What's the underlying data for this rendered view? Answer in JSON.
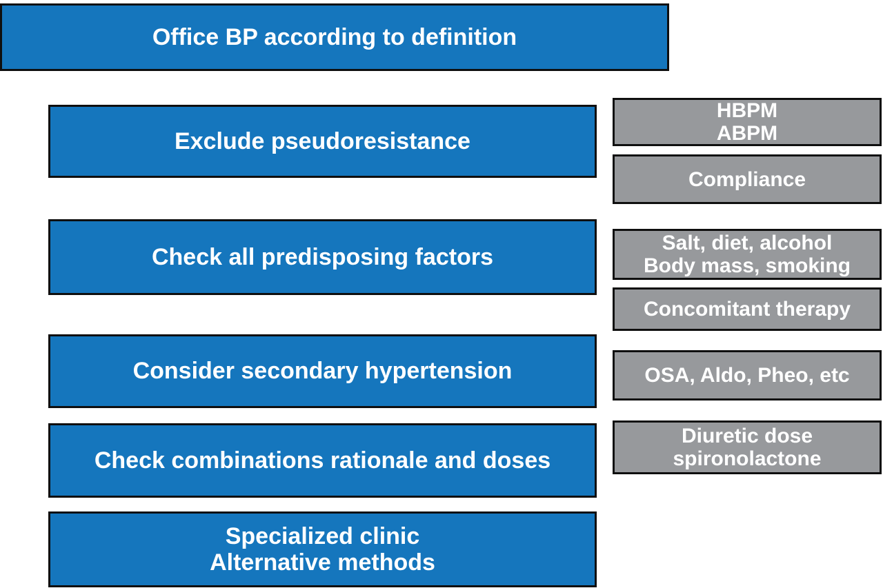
{
  "palette": {
    "blue": "#1576bd",
    "gray": "#97999c",
    "border": "#0f0f0f",
    "text": "#ffffff"
  },
  "header": {
    "label": "Office BP according to definition"
  },
  "steps": [
    {
      "label": "Exclude pseudoresistance"
    },
    {
      "label": "Check all predisposing factors"
    },
    {
      "label": "Consider secondary hypertension"
    },
    {
      "label": "Check combinations rationale and doses"
    },
    {
      "line1": "Specialized clinic",
      "line2": "Alternative methods"
    }
  ],
  "notes": [
    {
      "line1": "HBPM",
      "line2": "ABPM"
    },
    {
      "line1": "Compliance"
    },
    {
      "line1": "Salt, diet, alcohol",
      "line2": "Body mass, smoking"
    },
    {
      "line1": "Concomitant therapy"
    },
    {
      "line1": "OSA, Aldo, Pheo, etc"
    },
    {
      "line1": "Diuretic dose",
      "line2": "spironolactone"
    }
  ]
}
